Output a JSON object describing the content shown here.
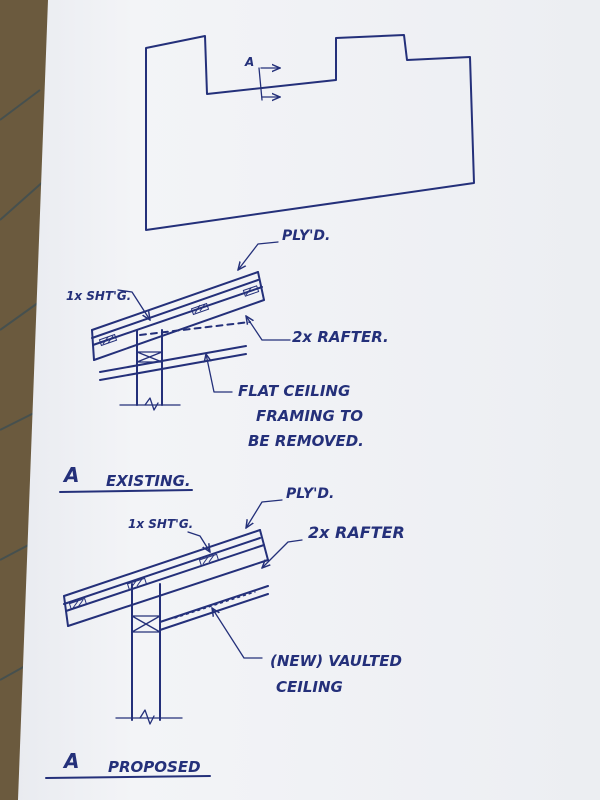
{
  "existing": {
    "callouts": {
      "plywood": "PLY'D.",
      "shingles": "1x SHT'G.",
      "rafter": "2x RAFTER.",
      "ceiling_line1": "FLAT CEILING",
      "ceiling_line2": "FRAMING TO",
      "ceiling_line3": "BE REMOVED."
    },
    "title": {
      "marker": "A",
      "label": "EXISTING."
    }
  },
  "proposed": {
    "callouts": {
      "plywood": "PLY'D.",
      "shingles": "1x SHT'G.",
      "rafter": "2x RAFTER",
      "ceiling_line1": "(NEW) VAULTED",
      "ceiling_line2": "CEILING"
    },
    "title": {
      "marker": "A",
      "label": "PROPOSED"
    }
  },
  "plan": {
    "section_marker": "A"
  },
  "colors": {
    "ink": "#24307a",
    "paper": "#f4f5f8",
    "background": "#6b5a3e"
  }
}
